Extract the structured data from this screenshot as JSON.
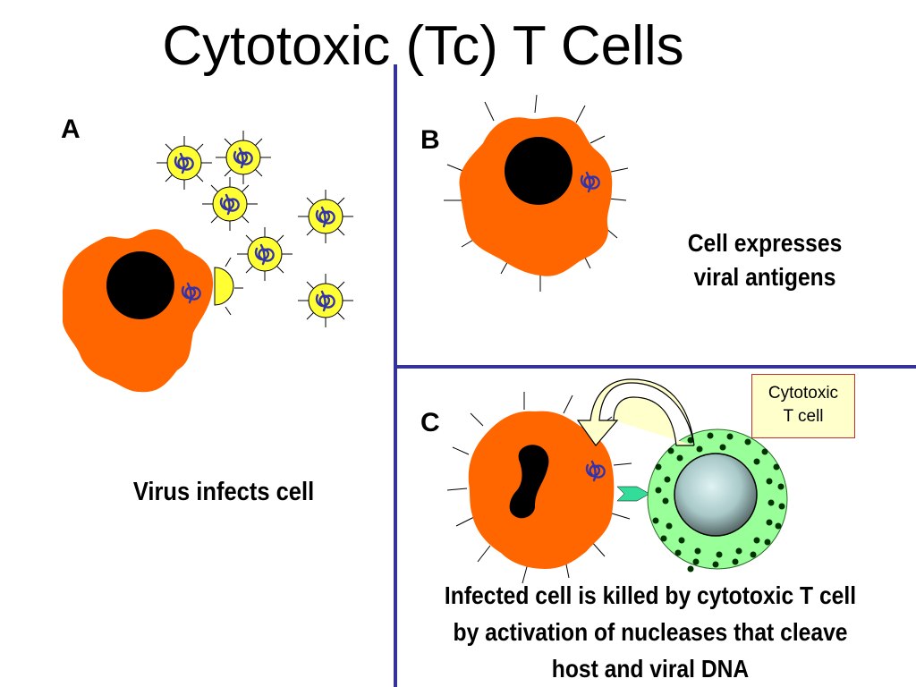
{
  "title": "Cytotoxic (Tc) T Cells",
  "panels": {
    "a": {
      "letter": "A",
      "caption": "Virus infects cell"
    },
    "b": {
      "letter": "B",
      "caption_lines": [
        "Cell expresses",
        "viral antigens"
      ]
    },
    "c": {
      "letter": "C",
      "caption_lines": [
        "Infected cell is killed by cytotoxic T cell",
        "by activation of nucleases that cleave",
        "host and viral DNA"
      ],
      "tcell_label_lines": [
        "Cytotoxic",
        "T cell"
      ]
    }
  },
  "colors": {
    "cell": "#ff6600",
    "nucleus": "#000000",
    "virus": "#ffff33",
    "viral_dna": "#3333aa",
    "divider": "#333399",
    "tcell_outer": "#99ff99",
    "tcell_granules": "#003300",
    "tcell_nucleus": "#a8c8c8",
    "arrow": "#ffffcc",
    "receptor": "#33dd99",
    "label_box_bg": "#ffffcc",
    "label_box_border": "#c03030"
  },
  "icons": [
    "virus-icon",
    "infected-cell-icon",
    "cytotoxic-t-cell-icon",
    "curved-arrow-icon"
  ]
}
